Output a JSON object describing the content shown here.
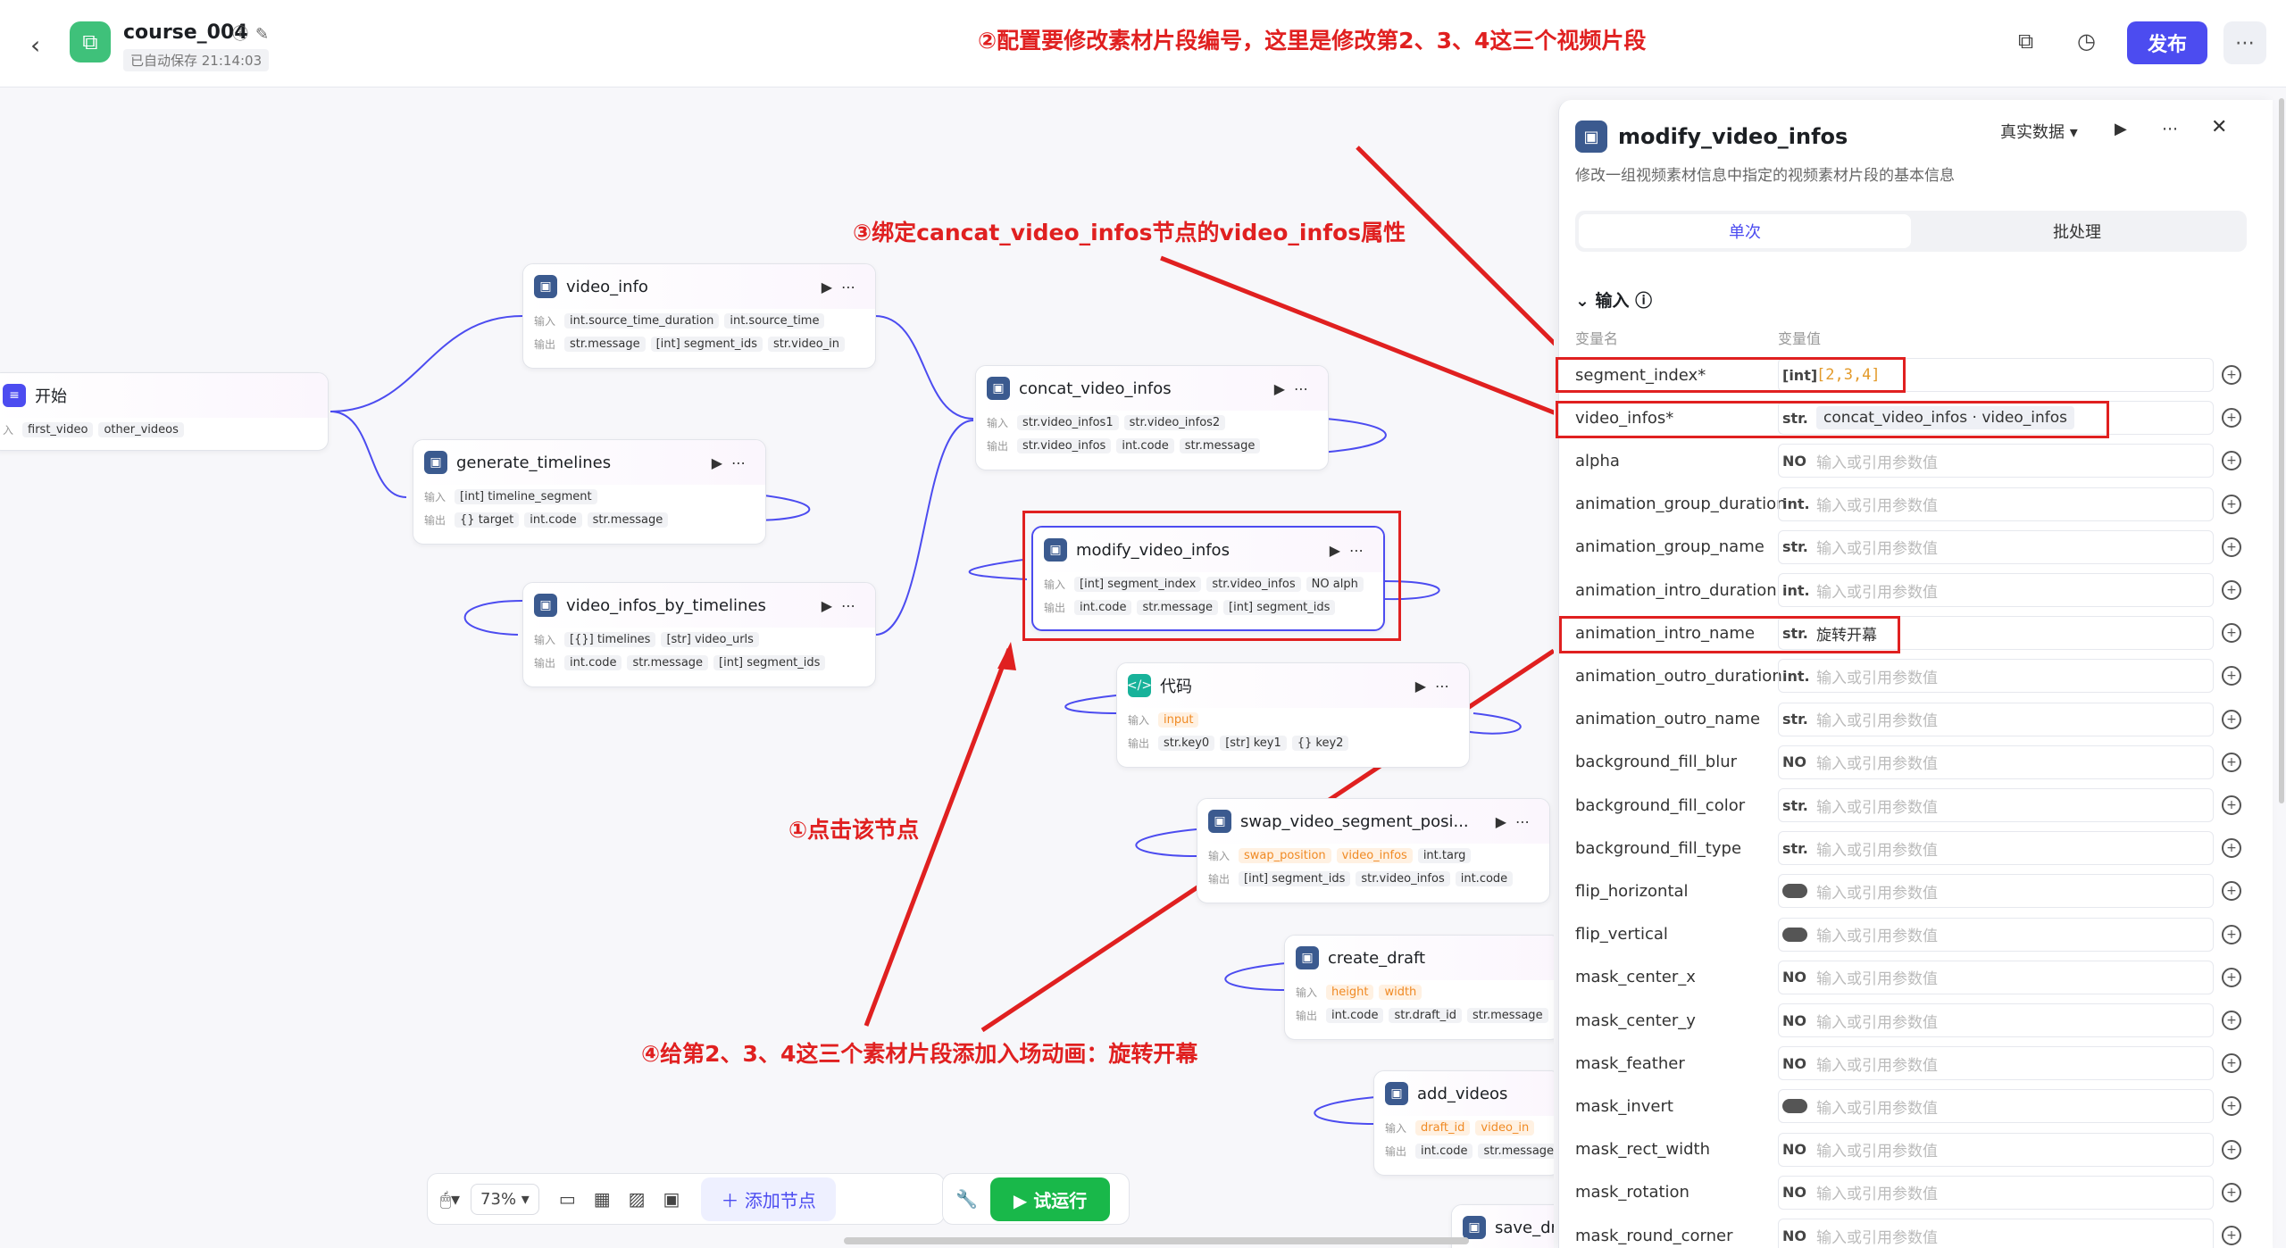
{
  "header": {
    "title": "course_004",
    "saved": "已自动保存 21:14:03",
    "publish": "发布"
  },
  "nodes": {
    "start": {
      "title": "开始",
      "in_label": "入",
      "tags": [
        "first_video",
        "other_videos"
      ]
    },
    "video_info": {
      "title": "video_info",
      "in_label": "输入",
      "out_label": "输出",
      "inputs": [
        "int.source_time_duration",
        "int.source_time"
      ],
      "outputs": [
        "str.message",
        "[int] segment_ids",
        "str.video_in"
      ]
    },
    "generate_timelines": {
      "title": "generate_timelines",
      "in_label": "输入",
      "out_label": "输出",
      "inputs": [
        "[int] timeline_segment"
      ],
      "outputs": [
        "{} target",
        "int.code",
        "str.message"
      ]
    },
    "video_infos_by_timelines": {
      "title": "video_infos_by_timelines",
      "in_label": "输入",
      "out_label": "输出",
      "inputs": [
        "[{}] timelines",
        "[str] video_urls"
      ],
      "outputs": [
        "int.code",
        "str.message",
        "[int] segment_ids"
      ]
    },
    "concat_video_infos": {
      "title": "concat_video_infos",
      "in_label": "输入",
      "out_label": "输出",
      "inputs": [
        "str.video_infos1",
        "str.video_infos2"
      ],
      "outputs": [
        "str.video_infos",
        "int.code",
        "str.message"
      ]
    },
    "modify_video_infos": {
      "title": "modify_video_infos",
      "in_label": "输入",
      "out_label": "输出",
      "inputs": [
        "[int] segment_index",
        "str.video_infos",
        "NO alph"
      ],
      "outputs": [
        "int.code",
        "str.message",
        "[int] segment_ids"
      ]
    },
    "code": {
      "title": "代码",
      "in_label": "输入",
      "out_label": "输出",
      "inputs": [
        "input"
      ],
      "outputs": [
        "str.key0",
        "[str] key1",
        "{} key2"
      ]
    },
    "swap": {
      "title": "swap_video_segment_posi...",
      "in_label": "输入",
      "out_label": "输出",
      "inputs": [
        "swap_position",
        "video_infos",
        "int.targ"
      ],
      "outputs": [
        "[int] segment_ids",
        "str.video_infos",
        "int.code"
      ]
    },
    "create_draft": {
      "title": "create_draft",
      "in_label": "输入",
      "out_label": "输出",
      "inputs": [
        "height",
        "width"
      ],
      "outputs": [
        "int.code",
        "str.draft_id",
        "str.message"
      ]
    },
    "add_videos": {
      "title": "add_videos",
      "in_label": "输入",
      "out_label": "输出",
      "inputs": [
        "draft_id",
        "video_in"
      ],
      "outputs": [
        "int.code",
        "str.message"
      ]
    },
    "save_draft": {
      "title": "save_dra..."
    }
  },
  "annotations": {
    "a1": "①点击该节点",
    "a2": "②配置要修改素材片段编号，这里是修改第2、3、4这三个视频片段",
    "a3": "③绑定cancat_video_infos节点的video_infos属性",
    "a4": "④给第2、3、4这三个素材片段添加入场动画：旋转开幕"
  },
  "toolbar": {
    "zoom": "73%",
    "add_node": "添加节点",
    "run": "试运行"
  },
  "panel": {
    "title": "modify_video_infos",
    "mode": "真实数据",
    "desc": "修改一组视频素材信息中指定的视频素材片段的基本信息",
    "tab_single": "单次",
    "tab_batch": "批处理",
    "section": "输入",
    "col_name": "变量名",
    "col_value": "变量值",
    "placeholder": "输入或引用参数值",
    "params": [
      {
        "name": "segment_index*",
        "type": "[int]",
        "value": "[2,3,4]",
        "kind": "array"
      },
      {
        "name": "video_infos*",
        "type": "str.",
        "value": "concat_video_infos · video_infos",
        "kind": "ref"
      },
      {
        "name": "alpha",
        "type": "NO",
        "value": "",
        "kind": "empty"
      },
      {
        "name": "animation_group_duration",
        "type": "int.",
        "value": "",
        "kind": "empty"
      },
      {
        "name": "animation_group_name",
        "type": "str.",
        "value": "",
        "kind": "empty"
      },
      {
        "name": "animation_intro_duration",
        "type": "int.",
        "value": "",
        "kind": "empty"
      },
      {
        "name": "animation_intro_name",
        "type": "str.",
        "value": "旋转开幕",
        "kind": "filled"
      },
      {
        "name": "animation_outro_duration",
        "type": "int.",
        "value": "",
        "kind": "empty"
      },
      {
        "name": "animation_outro_name",
        "type": "str.",
        "value": "",
        "kind": "empty"
      },
      {
        "name": "background_fill_blur",
        "type": "NO",
        "value": "",
        "kind": "empty"
      },
      {
        "name": "background_fill_color",
        "type": "str.",
        "value": "",
        "kind": "empty"
      },
      {
        "name": "background_fill_type",
        "type": "str.",
        "value": "",
        "kind": "empty"
      },
      {
        "name": "flip_horizontal",
        "type": "toggle",
        "value": "",
        "kind": "bool"
      },
      {
        "name": "flip_vertical",
        "type": "toggle",
        "value": "",
        "kind": "bool"
      },
      {
        "name": "mask_center_x",
        "type": "NO",
        "value": "",
        "kind": "empty"
      },
      {
        "name": "mask_center_y",
        "type": "NO",
        "value": "",
        "kind": "empty"
      },
      {
        "name": "mask_feather",
        "type": "NO",
        "value": "",
        "kind": "empty"
      },
      {
        "name": "mask_invert",
        "type": "toggle",
        "value": "",
        "kind": "bool"
      },
      {
        "name": "mask_rect_width",
        "type": "NO",
        "value": "",
        "kind": "empty"
      },
      {
        "name": "mask_rotation",
        "type": "NO",
        "value": "",
        "kind": "empty"
      },
      {
        "name": "mask_round_corner",
        "type": "NO",
        "value": "",
        "kind": "empty"
      }
    ]
  },
  "colors": {
    "accent": "#4c4cf0",
    "annotation": "#e02020",
    "run": "#19b84a"
  }
}
